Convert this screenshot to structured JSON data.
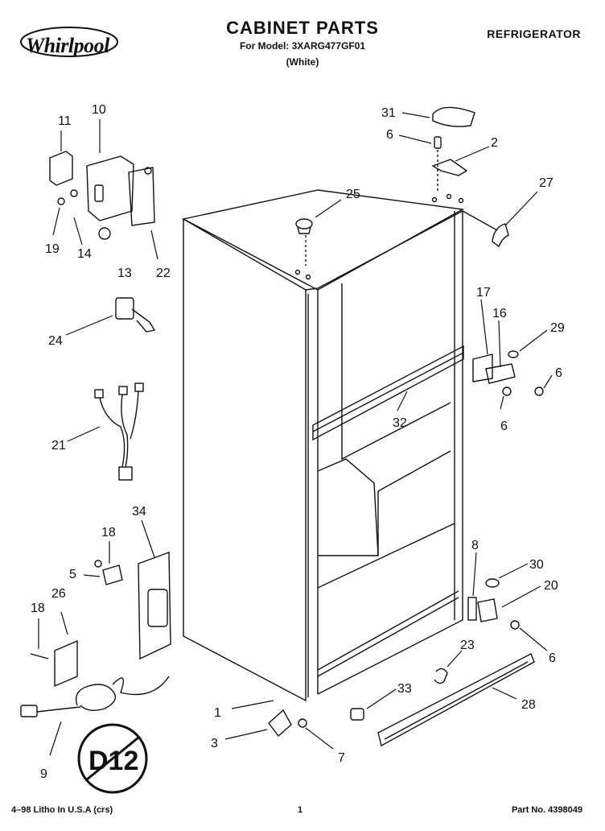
{
  "header": {
    "brand": "Whirlpool",
    "title": "CABINET PARTS",
    "model_line": "For Model: 3XARG477GF01",
    "color": "(White)",
    "category": "REFRIGERATOR"
  },
  "callouts": {
    "c1": "1",
    "c2": "2",
    "c3": "3",
    "c5": "5",
    "c6a": "6",
    "c6b": "6",
    "c6c": "6",
    "c6d": "6",
    "c7": "7",
    "c8": "8",
    "c9": "9",
    "c10": "10",
    "c11": "11",
    "c13": "13",
    "c14": "14",
    "c16": "16",
    "c17": "17",
    "c18a": "18",
    "c18b": "18",
    "c19": "19",
    "c20": "20",
    "c21": "21",
    "c22": "22",
    "c23": "23",
    "c24": "24",
    "c25": "25",
    "c26": "26",
    "c27": "27",
    "c28": "28",
    "c29": "29",
    "c30": "30",
    "c31": "31",
    "c32": "32",
    "c33": "33",
    "c34": "34"
  },
  "stamp": "D12",
  "footer": {
    "litho": "4–98 Litho In U.S.A (crs)",
    "page": "1",
    "part_no": "Part No. 4398049"
  }
}
